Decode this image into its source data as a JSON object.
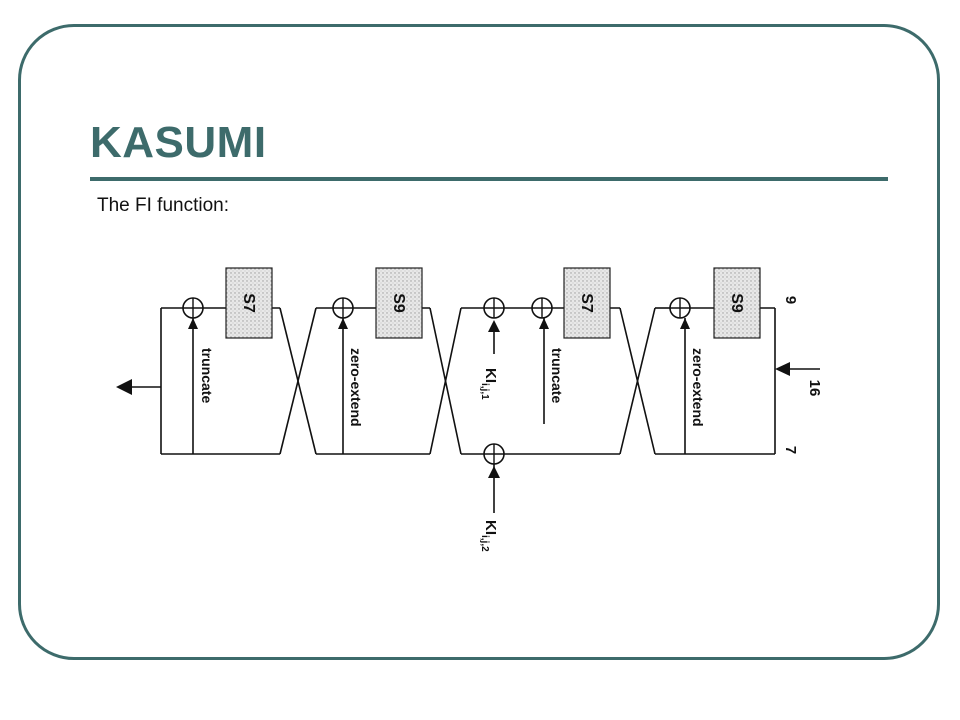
{
  "slide": {
    "title": "KASUMI",
    "subtitle": "The FI function:"
  },
  "diagram": {
    "sboxes": [
      "S7",
      "S9",
      "S7",
      "S9"
    ],
    "ops": {
      "truncate": "truncate",
      "zero_extend": "zero-extend"
    },
    "key_inputs": {
      "k1_base": "KI",
      "k1_sub": "i,j,1",
      "k2_base": "KI",
      "k2_sub": "i,j,2"
    },
    "bit_widths": {
      "top": "9",
      "input": "16",
      "bottom": "7"
    }
  },
  "colors": {
    "accent": "#3d6b6b",
    "sbox_fill": "#e6e6e6"
  }
}
